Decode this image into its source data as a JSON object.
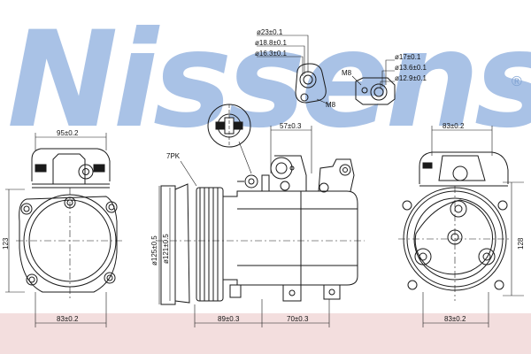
{
  "watermark": {
    "text": "Nissens",
    "registered_mark": "®",
    "color": "#9bb8e2",
    "band_color": "#f3dede"
  },
  "diagram": {
    "fittings": {
      "left_fitting": [
        "ø23±0.1",
        "ø18.8±0.1",
        "ø16.3±0.1"
      ],
      "left_fitting_thread": "M8",
      "right_fitting": [
        "ø17±0.1",
        "ø13.6±0.1",
        "ø12.9±0.1"
      ],
      "right_fitting_thread": "M8"
    },
    "dimensions": {
      "front_width_top": "95±0.2",
      "front_width_bottom": "83±0.2",
      "front_height": "123",
      "pulley_label": "7PK",
      "pulley_outer": "ø125±0.5",
      "pulley_inner": "ø121±0.5",
      "body_port_spacing": "57±0.3",
      "body_length_1": "89±0.3",
      "body_length_2": "70±0.3",
      "rear_width_top": "83±0.2",
      "rear_width_bottom": "83±0.2",
      "rear_height": "128"
    }
  }
}
